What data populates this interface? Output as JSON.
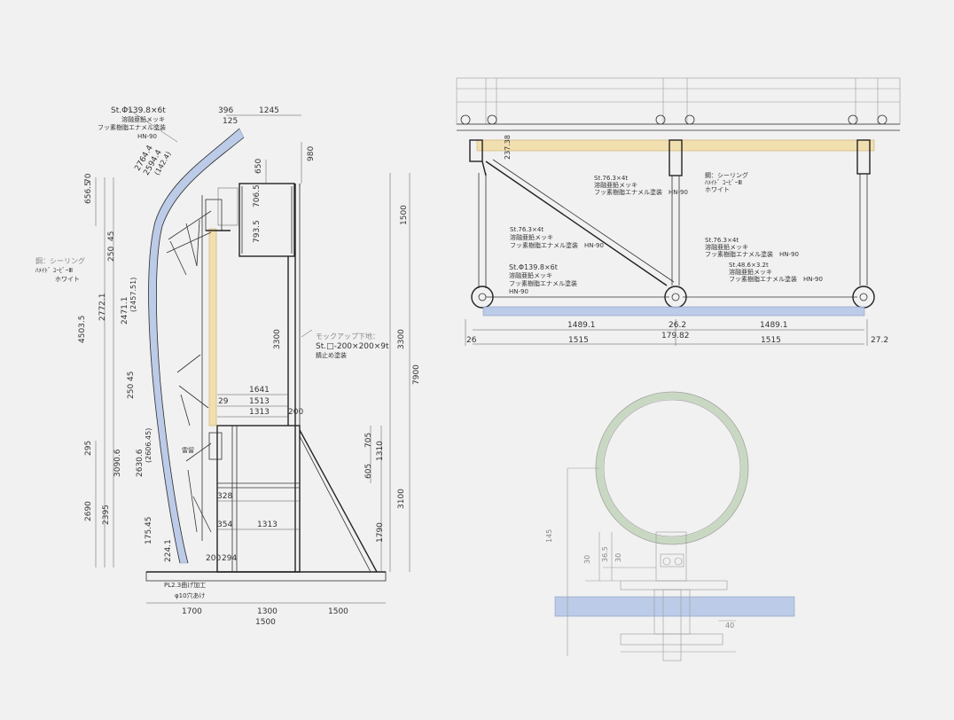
{
  "section_view": {
    "labels": {
      "pipe_spec": "St.Φ139.8×6t",
      "pipe_finish1": "溶融亜鉛メッキ",
      "pipe_finish2": "フッ素樹脂エナメル塗装",
      "pipe_finish3": "HN-90",
      "sealing_title": "鋼：シーリング",
      "sealing_sub": "ﾊﾒｲﾄﾞ ﾕｰﾋﾞｰⅢ",
      "sealing_color": "ホワイト",
      "mockup_title": "モックアップ下地：",
      "mockup_spec": "St.□-200×200×9t",
      "mockup_finish": "錆止め塗装",
      "base_plate": "PL2.3曲げ加工",
      "hole": "φ10穴あけ",
      "small_label": "雷留"
    },
    "dimensions": {
      "d396": "396",
      "d125": "125",
      "d1245": "1245",
      "d650": "650",
      "d980": "980",
      "d7065": "706.5",
      "d7935": "793.5",
      "d1500": "1500",
      "d6565": "656.5",
      "d70": "70",
      "d2764": "2764.4",
      "d2594": "2594.4",
      "d2": "(142.4)",
      "d4503": "4503.5",
      "d2772": "2772.1",
      "d2471": "2471.1",
      "d2457": "(2457.51)",
      "d45a": "45",
      "d250a": "250",
      "d45b": "45",
      "d250b": "250",
      "d3300a": "3300",
      "d3300b": "3300",
      "d7900": "7900",
      "d1641": "1641",
      "d1513": "1513",
      "d1313a": "1313",
      "d29": "29",
      "d200": "200",
      "d705": "705",
      "d1310": "1310",
      "d605": "605",
      "d3100": "3100",
      "d1790": "1790",
      "d295": "295",
      "d3090": "3090.6",
      "d2630": "2630.6",
      "d2606": "(2606.45)",
      "d2690": "2690",
      "d2395": "2395",
      "d17545": "175.45",
      "d2241": "224.1",
      "d328": "328",
      "d354": "354",
      "d1313b": "1313",
      "d200b": "200",
      "d294": "294",
      "d1700": "1700",
      "d1300": "1300",
      "d1500b": "1500",
      "d1500c": "1500"
    }
  },
  "plan_view": {
    "labels": {
      "brace_spec": "St.76.3×4t",
      "brace_finish1": "溶融亜鉛メッキ",
      "brace_finish2": "フッ素樹脂エナメル塗装　HN-90",
      "left_spec": "St.76.3×4t",
      "left_finish1": "溶融亜鉛メッキ",
      "left_finish2": "フッ素樹脂エナメル塗装　HN-90",
      "pipe_spec": "St.Φ139.8×6t",
      "pipe_finish1": "溶融亜鉛メッキ",
      "pipe_finish2": "フッ素樹脂エナメル塗装",
      "pipe_finish3": "HN-90",
      "seal_title": "鋼：シーリング",
      "seal_sub": "ﾊﾒｲﾄﾞ ﾕｰﾋﾞｰⅢ",
      "seal_color": "ホワイト",
      "mid_spec": "St.76.3×4t",
      "mid_finish1": "溶融亜鉛メッキ",
      "mid_finish2": "フッ素樹脂エナメル塗装　HN-90",
      "small_spec": "St.48.6×3.2t",
      "small_finish1": "溶融亜鉛メッキ",
      "small_finish2": "フッ素樹脂エナメル塗装　HN-90"
    },
    "dimensions": {
      "d23738": "237.38",
      "d14891a": "1489.1",
      "d262": "26.2",
      "d14891b": "1489.1",
      "d17982": "179.82",
      "d26": "26",
      "d1515a": "1515",
      "d1515b": "1515",
      "d272": "27.2"
    }
  },
  "detail_view": {
    "dimensions": {
      "d145": "145",
      "d30": "30",
      "d365": "36.5",
      "d30b": "30",
      "d40": "40"
    }
  }
}
